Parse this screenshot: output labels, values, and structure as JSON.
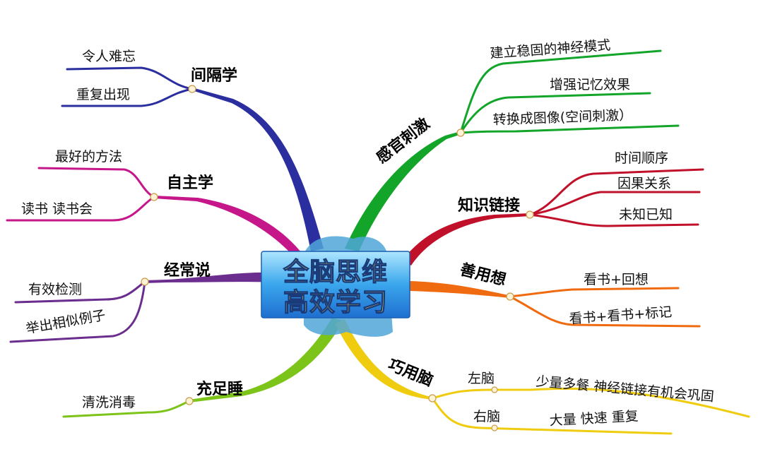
{
  "center": {
    "line1": "全脑思维",
    "line2": "高效学习"
  },
  "branches": {
    "spaced": {
      "label": "间隔学",
      "color": "#2b2e9e",
      "items": [
        "令人难忘",
        "重复出现"
      ]
    },
    "self": {
      "label": "自主学",
      "color": "#c5168a",
      "items": [
        "最好的方法",
        "读书  读书会"
      ]
    },
    "speak": {
      "label": "经常说",
      "color": "#6b2d8e",
      "items": [
        "有效检测",
        "举出相似例子"
      ]
    },
    "sleep": {
      "label": "充足睡",
      "color": "#7cc41a",
      "items": [
        "清洗消毒"
      ]
    },
    "senses": {
      "label": "感官刺激",
      "color": "#12a52a",
      "items": [
        "建立稳固的神经模式",
        "增强记忆效果",
        "转换成图像(空间刺激）"
      ]
    },
    "link": {
      "label": "知识链接",
      "color": "#c0102a",
      "items": [
        "时间顺序",
        "因果关系",
        "未知已知"
      ]
    },
    "think": {
      "label": "善用想",
      "color": "#f06a10",
      "items": [
        "看书+回想",
        "看书+看书+标记"
      ]
    },
    "brain": {
      "label": "巧用脑",
      "color": "#f0cc10",
      "left": {
        "label": "左脑",
        "detail": "少量多餐 神经链接有机会巩固"
      },
      "right": {
        "label": "右脑",
        "detail": "大量 快速 重复"
      }
    }
  }
}
